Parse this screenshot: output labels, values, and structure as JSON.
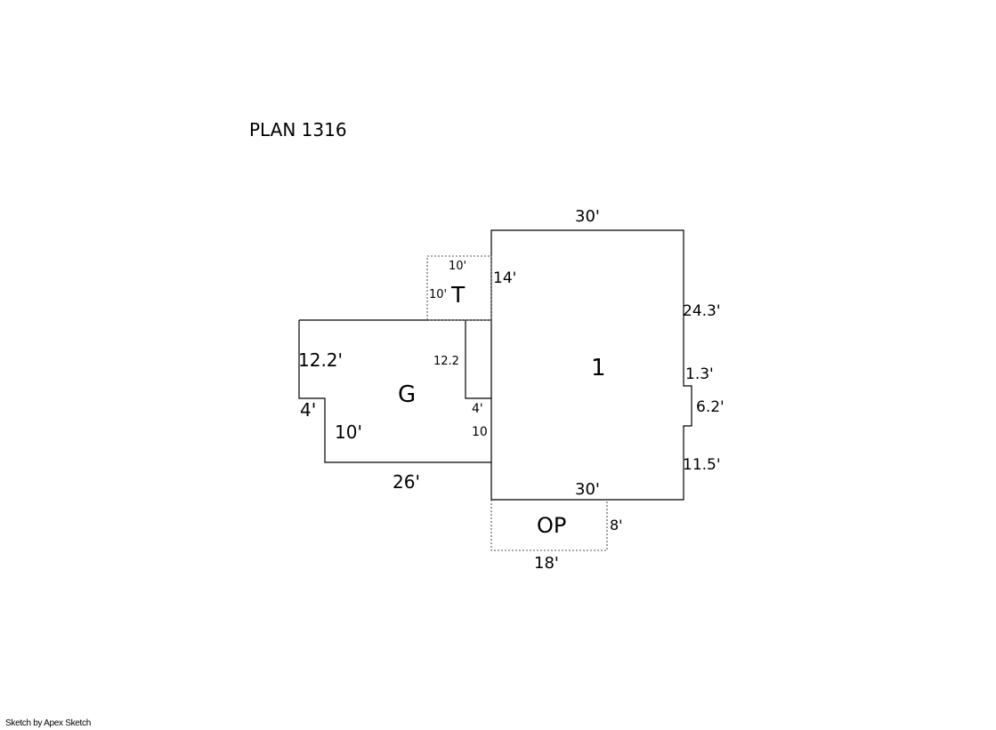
{
  "title": "PLAN 1316",
  "credit": "Sketch by Apex Sketch",
  "areas": {
    "main": {
      "label": "1",
      "dims": {
        "top": "30'",
        "left_upper": "14'",
        "right_upper": "24.3'",
        "bump_depth": "1.3'",
        "bump_length": "6.2'",
        "right_lower": "11.5'",
        "bottom": "30'"
      }
    },
    "garage": {
      "label": "G",
      "dims": {
        "left": "12.2'",
        "right_inner": "12.2",
        "step_left": "4'",
        "step_right": "4'",
        "left_lower": "10'",
        "right_lower": "10",
        "bottom": "26'"
      }
    },
    "t": {
      "label": "T",
      "dims": {
        "top": "10'",
        "left": "10'"
      }
    },
    "op": {
      "label": "OP",
      "dims": {
        "right": "8'",
        "bottom": "18'"
      }
    }
  }
}
